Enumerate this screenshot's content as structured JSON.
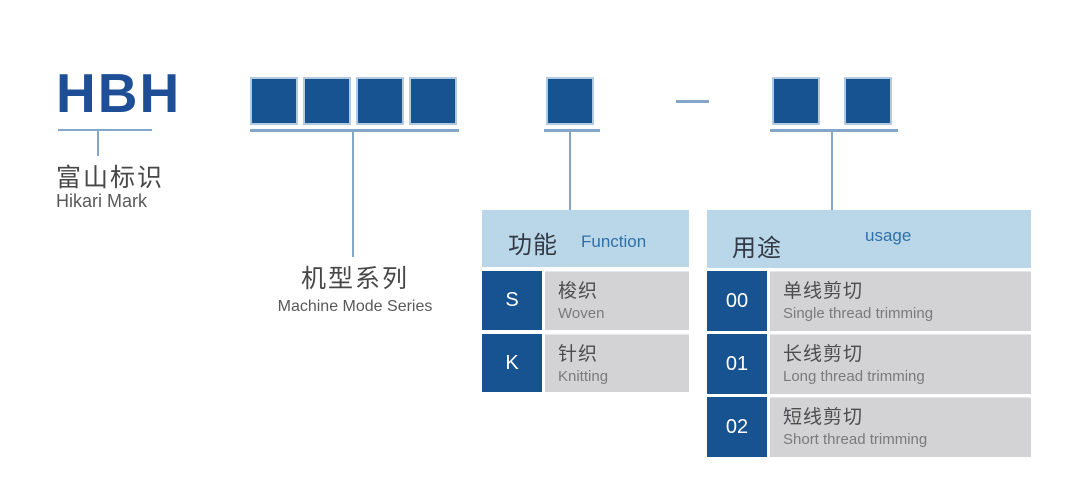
{
  "diagram": {
    "brand": {
      "code": "HBH",
      "name_zh": "富山标识",
      "name_en": "Hikari Mark"
    },
    "model_series": {
      "label_zh": "机型系列",
      "label_en": "Machine Mode Series"
    },
    "code_boxes": {
      "series_count": 4,
      "function_count": 1,
      "usage_count": 2
    }
  },
  "function_table": {
    "title_zh": "功能",
    "title_en": "Function",
    "rows": [
      {
        "code": "S",
        "name_zh": "梭织",
        "name_en": "Woven"
      },
      {
        "code": "K",
        "name_zh": "针织",
        "name_en": "Knitting"
      }
    ]
  },
  "usage_table": {
    "title_zh": "用途",
    "title_en": "usage",
    "rows": [
      {
        "code": "00",
        "name_zh": "单线剪切",
        "name_en": "Single thread trimming"
      },
      {
        "code": "01",
        "name_zh": "长线剪切",
        "name_en": "Long thread trimming"
      },
      {
        "code": "02",
        "name_zh": "短线剪切",
        "name_en": "Short thread trimming"
      }
    ]
  },
  "colors": {
    "box_blue": "#175291",
    "box_border": "#b3c9dd",
    "header_light_blue": "#b9d7e8",
    "cell_gray": "#d3d3d5",
    "line_blue": "#84a6c8",
    "brand_blue": "#1d4e96",
    "header_text_blue": "#2f70a8"
  }
}
